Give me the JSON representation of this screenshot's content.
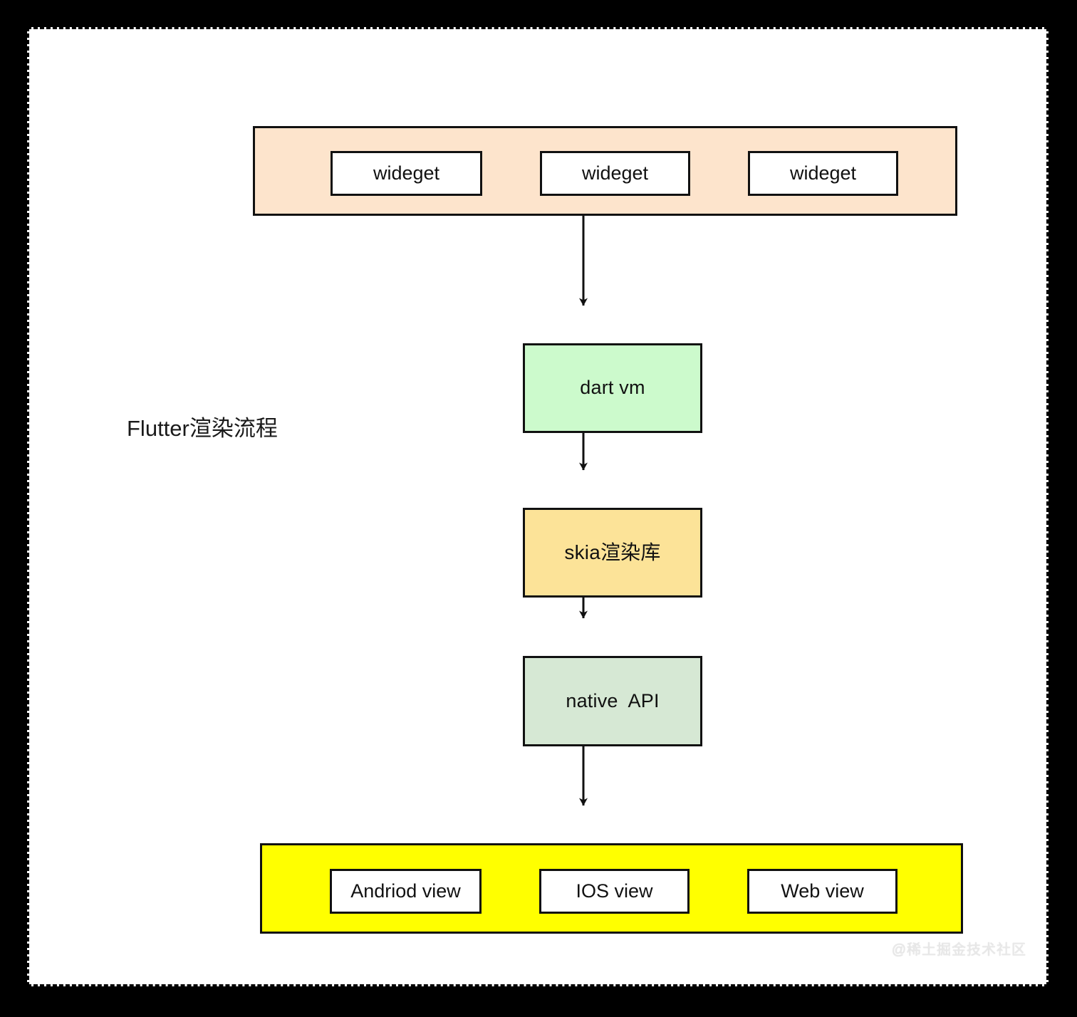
{
  "diagram": {
    "title_label": "Flutter渲染流程",
    "watermark": "@稀土掘金技术社区",
    "canvas_border_style": "dashed",
    "colors": {
      "page_background": "#000000",
      "canvas_background": "#ffffff",
      "widget_band": "#fde4cc",
      "view_band": "#ffff00",
      "dart_vm": "#ccfacc",
      "skia": "#fce398",
      "native_api": "#d6e8d4",
      "leaf_box": "#ffffff",
      "stroke": "#111111"
    },
    "layers": {
      "widget_layer": {
        "name": "widget-layer",
        "boxes": [
          {
            "label": "wideget"
          },
          {
            "label": "wideget"
          },
          {
            "label": "wideget"
          }
        ]
      },
      "engine_nodes": [
        {
          "id": "dart-vm",
          "label": "dart vm"
        },
        {
          "id": "skia",
          "label": "skia渲染库"
        },
        {
          "id": "native-api",
          "label": "native  API"
        }
      ],
      "platform_layer": {
        "name": "platform-view-layer",
        "boxes": [
          {
            "label": "Andriod view"
          },
          {
            "label": "IOS view"
          },
          {
            "label": "Web view"
          }
        ]
      }
    },
    "flow_edges": [
      {
        "from": "widget-layer",
        "to": "dart-vm"
      },
      {
        "from": "dart-vm",
        "to": "skia"
      },
      {
        "from": "skia",
        "to": "native-api"
      },
      {
        "from": "native-api",
        "to": "platform-view-layer"
      }
    ]
  }
}
